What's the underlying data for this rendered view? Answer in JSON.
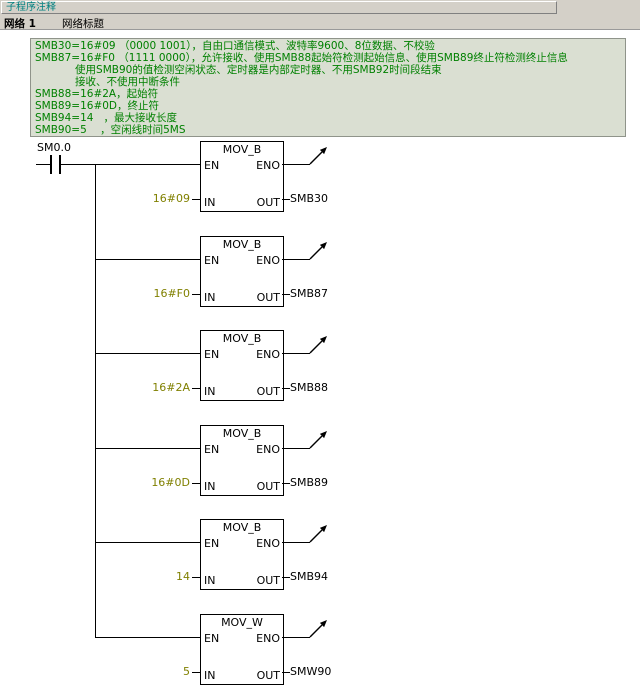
{
  "header": {
    "title": "子程序注释"
  },
  "network": {
    "label": "网络 1",
    "title": "网络标题"
  },
  "comment": {
    "lines": [
      "SMB30=16#09 （0000 1001），自由口通信模式、波特率9600、8位数据、不校验",
      "SMB87=16#F0 （1111 0000），允许接收、使用SMB88起始符检测起始信息、使用SMB89终止符检测终止信息",
      "            使用SMB90的值检测空闲状态、定时器是内部定时器、不用SMB92时间段结束",
      "            接收、不使用中断条件",
      "SMB88=16#2A，起始符",
      "SMB89=16#0D，终止符",
      "SMB94=14   ，最大接收长度",
      "SMB90=5    ，空闲线时间5MS"
    ]
  },
  "ladder": {
    "contact": {
      "operand": "SM0.0",
      "type": "normally-open"
    },
    "blocks": [
      {
        "type": "MOV_B",
        "en": "EN",
        "eno": "ENO",
        "in_pin": "IN",
        "out_pin": "OUT",
        "in_value": "16#09",
        "out_operand": "SMB30"
      },
      {
        "type": "MOV_B",
        "en": "EN",
        "eno": "ENO",
        "in_pin": "IN",
        "out_pin": "OUT",
        "in_value": "16#F0",
        "out_operand": "SMB87"
      },
      {
        "type": "MOV_B",
        "en": "EN",
        "eno": "ENO",
        "in_pin": "IN",
        "out_pin": "OUT",
        "in_value": "16#2A",
        "out_operand": "SMB88"
      },
      {
        "type": "MOV_B",
        "en": "EN",
        "eno": "ENO",
        "in_pin": "IN",
        "out_pin": "OUT",
        "in_value": "16#0D",
        "out_operand": "SMB89"
      },
      {
        "type": "MOV_B",
        "en": "EN",
        "eno": "ENO",
        "in_pin": "IN",
        "out_pin": "OUT",
        "in_value": "14",
        "out_operand": "SMB94"
      },
      {
        "type": "MOV_W",
        "en": "EN",
        "eno": "ENO",
        "in_pin": "IN",
        "out_pin": "OUT",
        "in_value": "5",
        "out_operand": "SMW90"
      }
    ]
  },
  "colors": {
    "header_text": "#008080",
    "comment_text": "#008000",
    "comment_bg": "#dadfd2",
    "value_text": "#808000",
    "wire": "#000000",
    "chrome_bg": "#d4d0c8"
  }
}
